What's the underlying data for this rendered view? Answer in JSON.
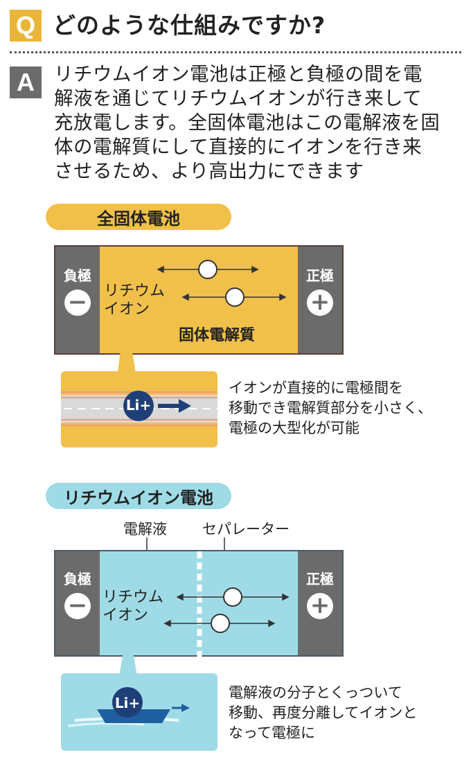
{
  "header": {
    "q_mark": "Q",
    "title": "どのような仕組みですか?"
  },
  "answer": {
    "a_mark": "A",
    "text": "リチウムイオン電池は正極と負極の間を電\n解液を通じてリチウムイオンが行き来して\n充放電します。全固体電池はこの電解液を固\n体の電解質にして直接的にイオンを行き来\nさせるため、より高出力にできます"
  },
  "solid_state": {
    "heading": "全固体電池",
    "negative_label": "負極",
    "negative_sign": "−",
    "positive_label": "正極",
    "positive_sign": "+",
    "ion_label": "リチウム\nイオン",
    "electrolyte_label": "固体電解質",
    "badge": "Li+",
    "note": "イオンが直接的に電極間を\n移動でき電解質部分を小さく、\n電極の大型化が可能"
  },
  "lithium_ion": {
    "heading": "リチウムイオン電池",
    "electrolyte_label": "電解液",
    "separator_label": "セパレーター",
    "negative_label": "負極",
    "negative_sign": "−",
    "positive_label": "正極",
    "positive_sign": "+",
    "ion_label": "リチウム\nイオン",
    "badge": "Li+",
    "note": "電解液の分子とくっついて\n移動、再度分離してイオンと\nなって電極に"
  },
  "colors": {
    "accent_yellow": "#f1c04a",
    "accent_blue": "#9fdbe6",
    "electrode_gray": "#6b6b6b",
    "ion_navy": "#1f3f78"
  }
}
